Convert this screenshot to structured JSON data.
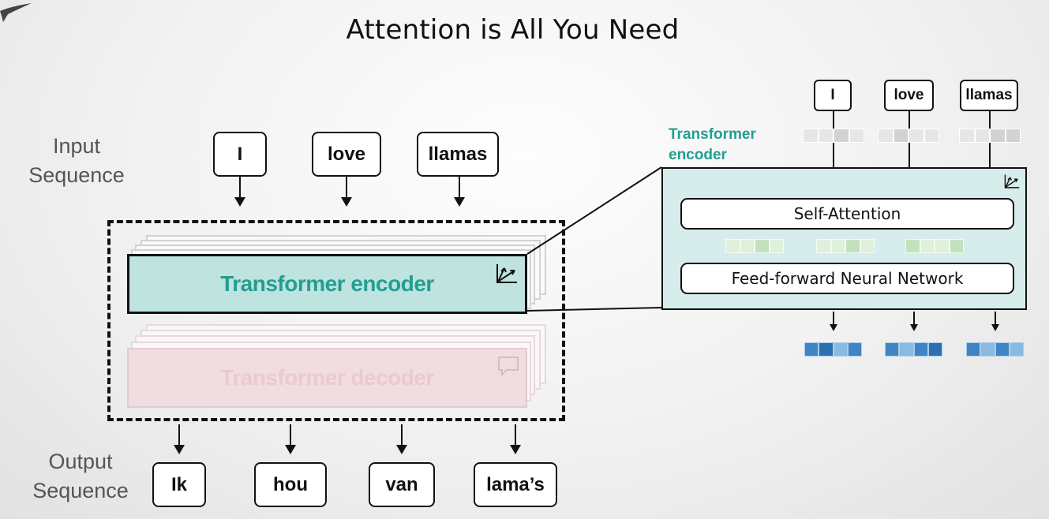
{
  "title": "Attention is All You Need",
  "input_label": {
    "line1": "Input",
    "line2": "Sequence"
  },
  "output_label": {
    "line1": "Output",
    "line2": "Sequence"
  },
  "input_tokens": [
    "I",
    "love",
    "llamas"
  ],
  "output_tokens": [
    "Ik",
    "hou",
    "van",
    "lama’s"
  ],
  "encoder": {
    "label": "Transformer encoder",
    "icon": "vector-arrows-icon"
  },
  "decoder": {
    "label": "Transformer decoder",
    "icon": "speech-bubble-icon"
  },
  "detail": {
    "label_line1": "Transformer",
    "label_line2": "encoder",
    "input_tokens": [
      "I",
      "love",
      "llamas"
    ],
    "self_attention": "Self-Attention",
    "feed_forward": "Feed-forward Neural Network"
  },
  "colors": {
    "encoder_fill": "#bfe3de",
    "encoder_text": "#239e91",
    "decoder_fill": "#f1dde0",
    "output_vector": "#2b6fb0"
  }
}
